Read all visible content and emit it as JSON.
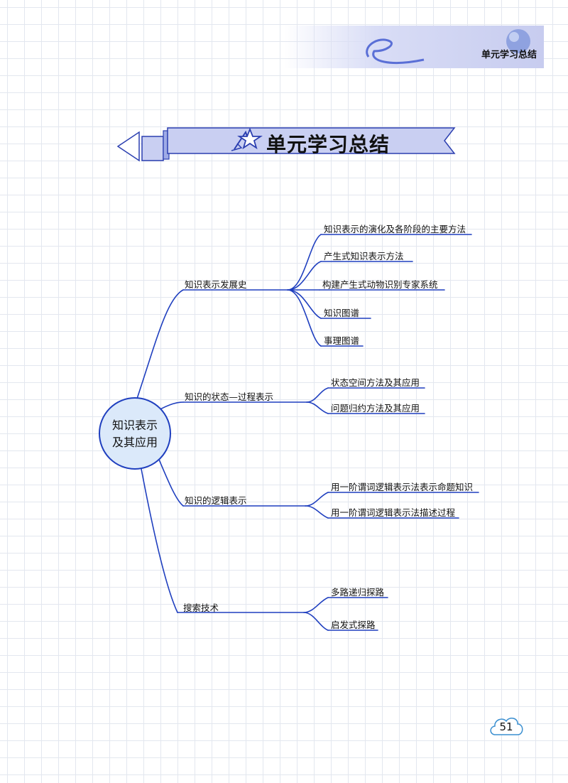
{
  "header": {
    "title": "单元学习总结"
  },
  "banner": {
    "title": "单元学习总结"
  },
  "mindmap": {
    "center": {
      "line1": "知识表示",
      "line2": "及其应用"
    },
    "branches": [
      {
        "label": "知识表示发展史",
        "children": [
          "知识表示的演化及各阶段的主要方法",
          "产生式知识表示方法",
          "构建产生式动物识别专家系统",
          "知识图谱",
          "事理图谱"
        ]
      },
      {
        "label": "知识的状态—过程表示",
        "children": [
          "状态空间方法及其应用",
          "问题归约方法及其应用"
        ]
      },
      {
        "label": "知识的逻辑表示",
        "children": [
          "用一阶谓词逻辑表示法表示命题知识",
          "用一阶谓词逻辑表示法描述过程"
        ]
      },
      {
        "label": "搜索技术",
        "children": [
          "多路递归探路",
          "启发式探路"
        ]
      }
    ]
  },
  "colors": {
    "line": "#1f3fbf",
    "center_fill": "#dbe9fa",
    "banner_fill": "#c9cff2",
    "banner_edge": "#2b3fb0"
  },
  "page": {
    "number": "51"
  }
}
